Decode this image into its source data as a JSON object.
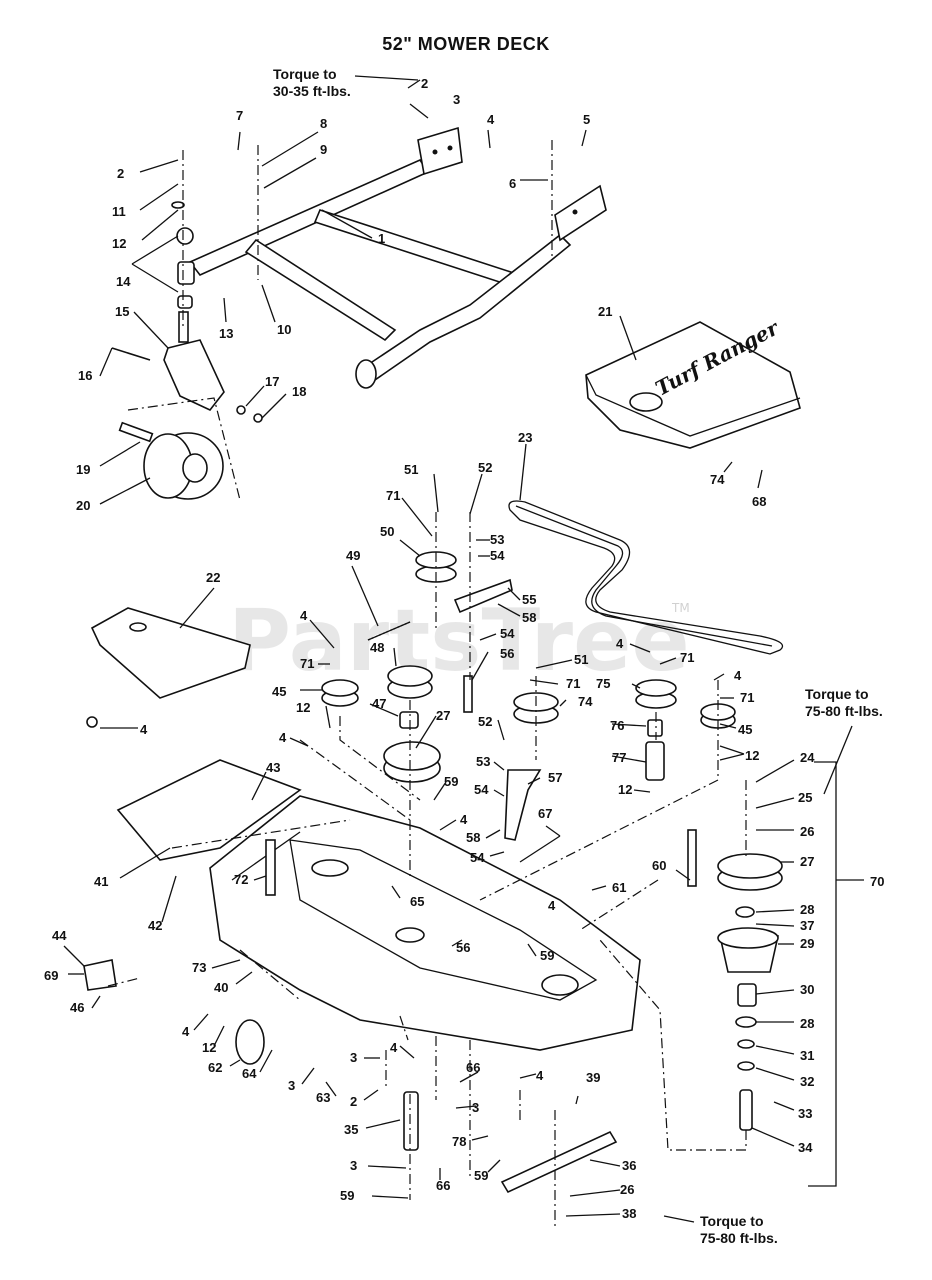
{
  "title": "52\" MOWER DECK",
  "notes": {
    "torque_top_line1": "Torque to",
    "torque_top_line2": "30-35 ft-lbs.",
    "torque_right_line1": "Torque to",
    "torque_right_line2": "75-80 ft-lbs.",
    "torque_bottom_line1": "Torque to",
    "torque_bottom_line2": "75-80 ft-lbs."
  },
  "watermark": "PartsTree",
  "watermark_tm": "TM",
  "hood_logo": "Turf Ranger",
  "callouts": {
    "c1": "1",
    "c2a": "2",
    "c2b": "2",
    "c2c": "2",
    "c3a": "3",
    "c3b": "3",
    "c3c": "3",
    "c3d": "3",
    "c3e": "3",
    "c4a": "4",
    "c4b": "4",
    "c4c": "4",
    "c4d": "4",
    "c4e": "4",
    "c4f": "4",
    "c4g": "4",
    "c4h": "4",
    "c4i": "4",
    "c4j": "4",
    "c4k": "4",
    "c5": "5",
    "c6": "6",
    "c7": "7",
    "c8": "8",
    "c9": "9",
    "c10": "10",
    "c11": "11",
    "c12a": "12",
    "c12b": "12",
    "c12c": "12",
    "c12d": "12",
    "c12e": "12",
    "c13": "13",
    "c14": "14",
    "c15": "15",
    "c16": "16",
    "c17": "17",
    "c18": "18",
    "c19": "19",
    "c20": "20",
    "c21": "21",
    "c22": "22",
    "c23": "23",
    "c24": "24",
    "c25": "25",
    "c26a": "26",
    "c26b": "26",
    "c27a": "27",
    "c27b": "27",
    "c28a": "28",
    "c28b": "28",
    "c29": "29",
    "c30": "30",
    "c31": "31",
    "c32": "32",
    "c33": "33",
    "c34": "34",
    "c35": "35",
    "c36": "36",
    "c37": "37",
    "c38": "38",
    "c39": "39",
    "c40": "40",
    "c41": "41",
    "c42": "42",
    "c43": "43",
    "c44": "44",
    "c45a": "45",
    "c45b": "45",
    "c46": "46",
    "c47": "47",
    "c48": "48",
    "c49": "49",
    "c50": "50",
    "c51a": "51",
    "c51b": "51",
    "c52a": "52",
    "c52b": "52",
    "c53a": "53",
    "c53b": "53",
    "c54a": "54",
    "c54b": "54",
    "c54c": "54",
    "c54d": "54",
    "c55": "55",
    "c56a": "56",
    "c56b": "56",
    "c57": "57",
    "c58a": "58",
    "c58b": "58",
    "c59a": "59",
    "c59b": "59",
    "c59c": "59",
    "c59d": "59",
    "c60": "60",
    "c61": "61",
    "c62": "62",
    "c63": "63",
    "c64": "64",
    "c65": "65",
    "c66a": "66",
    "c66b": "66",
    "c67": "67",
    "c68": "68",
    "c69": "69",
    "c70": "70",
    "c71a": "71",
    "c71b": "71",
    "c71c": "71",
    "c71d": "71",
    "c71e": "71",
    "c72": "72",
    "c73": "73",
    "c74a": "74",
    "c74b": "74",
    "c75": "75",
    "c76": "76",
    "c77": "77",
    "c78": "78"
  }
}
